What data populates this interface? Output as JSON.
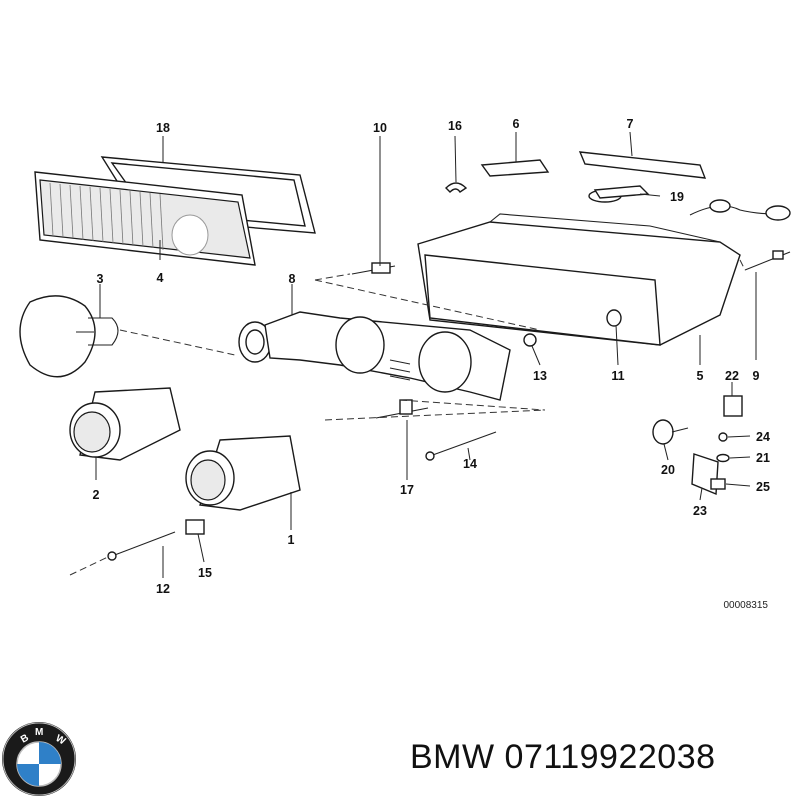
{
  "diagram": {
    "drawing_code": "00008315",
    "callouts": {
      "c1": "1",
      "c2": "2",
      "c3": "3",
      "c4": "4",
      "c5": "5",
      "c6": "6",
      "c7": "7",
      "c8": "8",
      "c9": "9",
      "c10": "10",
      "c11": "11",
      "c12": "12",
      "c13": "13",
      "c14": "14",
      "c15": "15",
      "c16": "16",
      "c17": "17",
      "c18": "18",
      "c19": "19",
      "c20": "20",
      "c21": "21",
      "c22": "22",
      "c23": "23",
      "c24": "24",
      "c25": "25"
    }
  },
  "logo": {
    "letters": "BMW",
    "colors": {
      "ring": "#1a1a1a",
      "blue": "#2f80c8",
      "white": "#ffffff"
    }
  },
  "caption": {
    "text": "BMW 07119922038"
  }
}
